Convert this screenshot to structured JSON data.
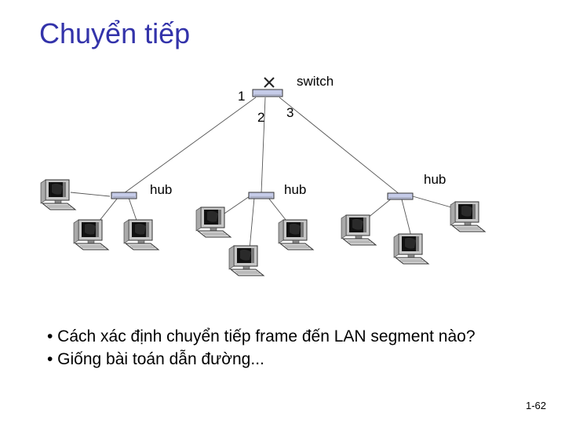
{
  "title": "Chuyển tiếp",
  "labels": {
    "switch": "switch",
    "port1": "1",
    "port2": "2",
    "port3": "3",
    "hub_left": "hub",
    "hub_middle": "hub",
    "hub_right": "hub"
  },
  "bullets": [
    "• Cách xác định chuyển tiếp frame đến LAN segment nào?",
    "• Giống bài toán dẫn đường..."
  ],
  "page_number": "1-62"
}
